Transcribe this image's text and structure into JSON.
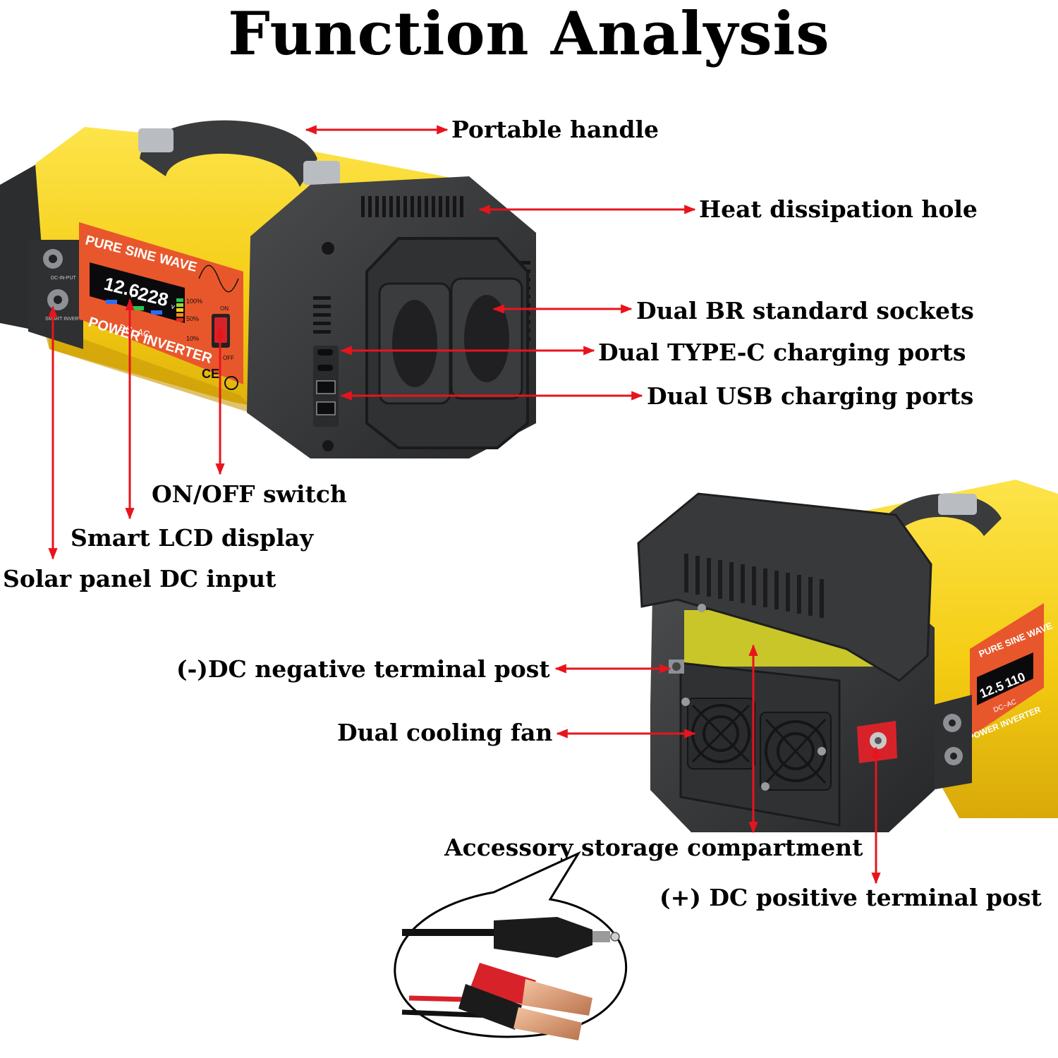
{
  "title": "Function Analysis",
  "labels": {
    "portable_handle": "Portable handle",
    "heat_dissipation_hole": "Heat dissipation hole",
    "dual_br_sockets": "Dual BR standard sockets",
    "dual_typec_ports": "Dual TYPE-C charging ports",
    "dual_usb_ports": "Dual USB charging ports",
    "on_off_switch": "ON/OFF switch",
    "smart_lcd_display": "Smart LCD display",
    "solar_dc_input": "Solar panel DC input",
    "dc_negative_post": "(-)DC negative terminal post",
    "dual_cooling_fan": "Dual cooling fan",
    "accessory_storage": "Accessory storage compartment",
    "dc_positive_post": "(+) DC positive terminal post"
  },
  "device_front": {
    "panel_title": "PURE SINE WAVE",
    "panel_subtitle": "DC~AC",
    "panel_name": "POWER INVERTER",
    "display_voltage_in": "12.6",
    "display_voltage_out": "228",
    "unit_in": "v",
    "unit_out": "v",
    "level_100": "100%",
    "level_50": "50%",
    "level_10": "10%",
    "switch_on": "ON",
    "switch_off": "OFF",
    "port_label_top": "DC-IN-PUT",
    "port_label_bottom": "SMART INVERTER",
    "ce_mark": "CE"
  },
  "device_rear": {
    "panel_title": "PURE SINE WAVE",
    "panel_subtitle": "DC~AC",
    "panel_name": "POWER INVERTER",
    "display_voltage_in": "12.5",
    "display_voltage_out": "110"
  },
  "colors": {
    "arrow": "#e8141c",
    "device_yellow": "#f7d21a",
    "device_body": "#3b3c3e",
    "panel_orange": "#e8572c",
    "background": "#ffffff"
  }
}
